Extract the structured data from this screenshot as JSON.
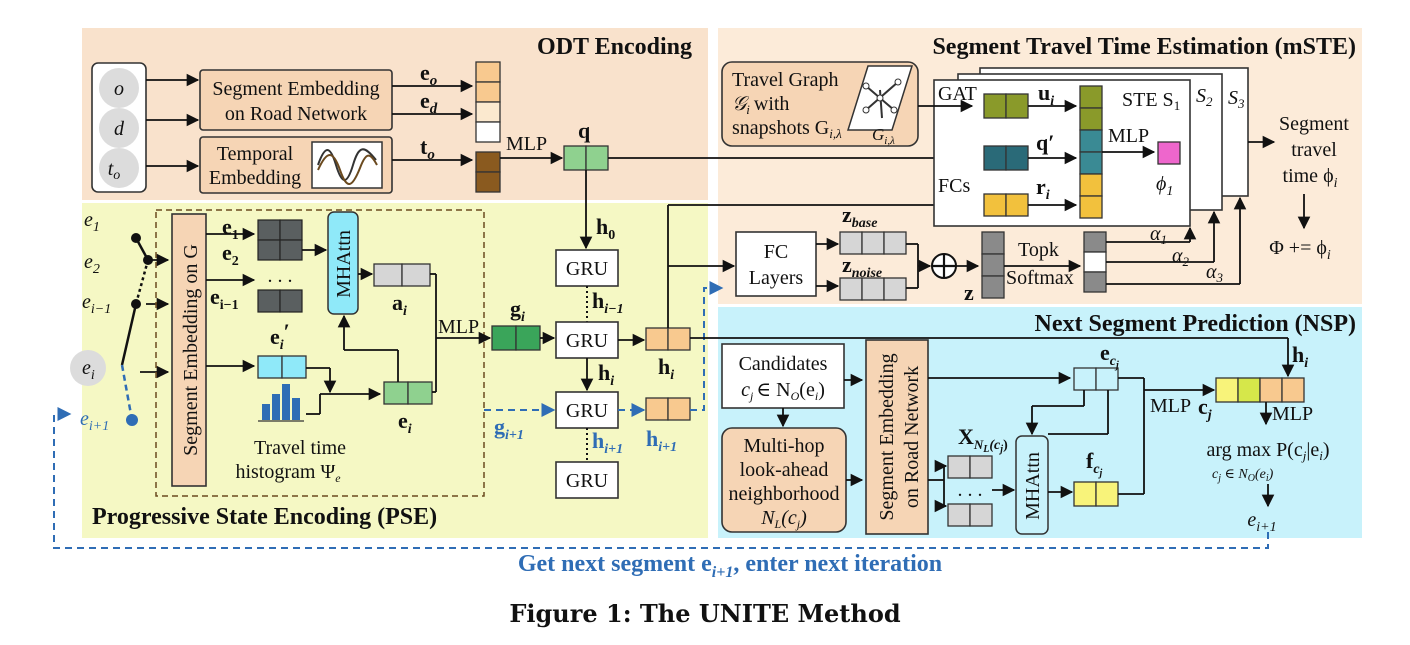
{
  "panels": {
    "odt": "ODT Encoding",
    "mste": "Segment Travel Time Estimation (mSTE)",
    "pse": "Progressive State Encoding (PSE)",
    "nsp": "Next Segment Prediction (NSP)"
  },
  "inputs": {
    "o": "o",
    "d": "d",
    "t": "t",
    "t_sub": "o"
  },
  "odt": {
    "seg_emb_1": "Segment Embedding",
    "seg_emb_2": "on Road Network",
    "temp_emb_1": "Temporal",
    "temp_emb_2": "Embedding",
    "e_o": "e",
    "e_o_sub": "o",
    "e_d": "e",
    "e_d_sub": "d",
    "t_o": "t",
    "t_o_sub": "o",
    "mlp": "MLP",
    "q": "q"
  },
  "pse": {
    "seg_emb_g": "Segment Embedding on G",
    "e1": "e",
    "e1_sub": "1",
    "e2": "e",
    "e2_sub": "2",
    "dots": ". . .",
    "eim1": "e",
    "eim1_sub": "i−1",
    "ei_prime": "e",
    "ei_prime_sub": "i",
    "prime": "′",
    "mhattn": "MHAttn",
    "a_i": "a",
    "a_i_sub": "i",
    "ei": "e",
    "ei_sub": "i",
    "hist_1": "Travel time",
    "hist_2": "histogram Ψ",
    "hist_sub": "e",
    "mlp": "MLP",
    "g_i": "g",
    "g_i_sub": "i",
    "g_i1": "g",
    "g_i1_sub": "i+1",
    "h0": "h",
    "h0_sub": "0",
    "him1": "h",
    "him1_sub": "i−1",
    "hi": "h",
    "hi_sub": "i",
    "hi1": "h",
    "hi1_sub": "i+1",
    "gru": "GRU"
  },
  "path": {
    "e1": "e",
    "e1_sub": "1",
    "e2": "e",
    "e2_sub": "2",
    "eim1": "e",
    "eim1_sub": "i−1",
    "ei": "e",
    "ei_sub": "i",
    "ei1": "e",
    "ei1_sub": "i+1"
  },
  "mste": {
    "graph_1": "Travel Graph",
    "graph_2": "with",
    "graph_G": "𝒢",
    "graph_Gsub": "i",
    "graph_3": "snapshots G",
    "graph_3sub": "i,λ",
    "graph_label": "G",
    "graph_label_sub": "i,λ",
    "gat": "GAT",
    "fcs": "FCs",
    "u_i": "u",
    "u_i_sub": "i",
    "q_prime": "q′",
    "r_i": "r",
    "r_i_sub": "i",
    "mlp": "MLP",
    "ste": "STE S",
    "ste_sub": "1",
    "s2": "S",
    "s2_sub": "2",
    "s3": "S",
    "s3_sub": "3",
    "phi1": "ϕ",
    "phi1_sub": "1",
    "out_1": "Segment",
    "out_2": "travel",
    "out_3": "time ϕ",
    "out_3_sub": "i",
    "sum": "Φ += ϕ",
    "sum_sub": "i",
    "fc_1": "FC",
    "fc_2": "Layers",
    "z_base": "z",
    "z_base_sub": "base",
    "z_noise": "z",
    "z_noise_sub": "noise",
    "z": "z",
    "topk_1": "Topk",
    "topk_2": "Softmax",
    "alpha1": "α",
    "alpha1_sub": "1",
    "alpha2": "α",
    "alpha2_sub": "2",
    "alpha3": "α",
    "alpha3_sub": "3"
  },
  "nsp": {
    "cand_1": "Candidates",
    "cand_2": "c",
    "cand_2b": "∈ N",
    "cand_2c": "(e",
    "cand_2d": ")",
    "mh_1": "Multi-hop",
    "mh_2": "look-ahead",
    "mh_3": "neighborhood",
    "mh_4": "N",
    "mh_4_sub": "L",
    "mh_4b": "(c",
    "mh_4c": ")",
    "seg_emb_1": "Segment Embedding",
    "seg_emb_2": "on Road Network",
    "x": "X",
    "x_sub": "N",
    "e_cj": "e",
    "e_cj_sub": "c",
    "f_cj": "f",
    "f_cj_sub": "c",
    "mhattn": "MHAttn",
    "mlp1": "MLP",
    "c_j": "c",
    "c_j_sub": "j",
    "mlp2": "MLP",
    "hi": "h",
    "hi_sub": "i",
    "argmax_1": "arg max P(c",
    "argmax_2": "|e",
    "argmax_3": ")",
    "argmax_sub": "c",
    "out": "e",
    "out_sub": "i+1"
  },
  "loop_text": "Get next segment e",
  "loop_text_sub": "i+1",
  "loop_text_tail": ", enter next iteration",
  "caption": "Figure 1: The UNITE Method",
  "colors": {
    "odt_bg": "#f9e2cc",
    "mste_bg": "#fcebd9",
    "pse_bg": "#f5f8c4",
    "nsp_bg": "#c8f2fb",
    "green": "#8fd18f",
    "olive": "#8a9a2a",
    "dark_teal": "#2a6a78",
    "orange_light": "#f8c98f",
    "brown": "#8a5a1f",
    "gold": "#f2c13d",
    "pink": "#ee66cc",
    "gray": "#8a8a8a",
    "cyan": "#8fe9f9",
    "yellow": "#f8f37a",
    "blue": "#2f6db5"
  }
}
